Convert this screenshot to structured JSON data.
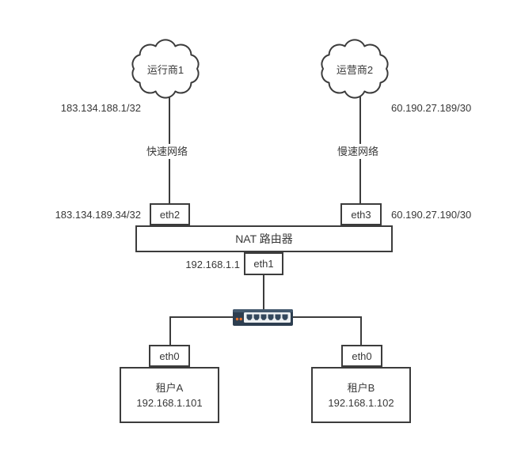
{
  "colors": {
    "stroke": "#3c3c3c",
    "text": "#383838",
    "switch_body": "#2d3e50",
    "switch_body_top": "#44596e",
    "switch_panel": "#eef1f3",
    "switch_port": "#33475c",
    "switch_led": "#e8702a"
  },
  "clouds": {
    "isp1": {
      "label": "运行商1",
      "remote_ip": "183.134.188.1/32"
    },
    "isp2": {
      "label": "运营商2",
      "remote_ip": "60.190.27.189/30"
    }
  },
  "links": {
    "fast": {
      "label": "快速网络"
    },
    "slow": {
      "label": "慢速网络"
    }
  },
  "router": {
    "label": "NAT 路由器",
    "interfaces": {
      "eth2": {
        "name": "eth2",
        "ip": "183.134.189.34/32"
      },
      "eth3": {
        "name": "eth3",
        "ip": "60.190.27.190/30"
      },
      "eth1": {
        "name": "eth1",
        "ip": "192.168.1.1"
      }
    }
  },
  "tenants": {
    "a": {
      "interface": "eth0",
      "name": "租户A",
      "ip": "192.168.1.101"
    },
    "b": {
      "interface": "eth0",
      "name": "租户B",
      "ip": "192.168.1.102"
    }
  }
}
